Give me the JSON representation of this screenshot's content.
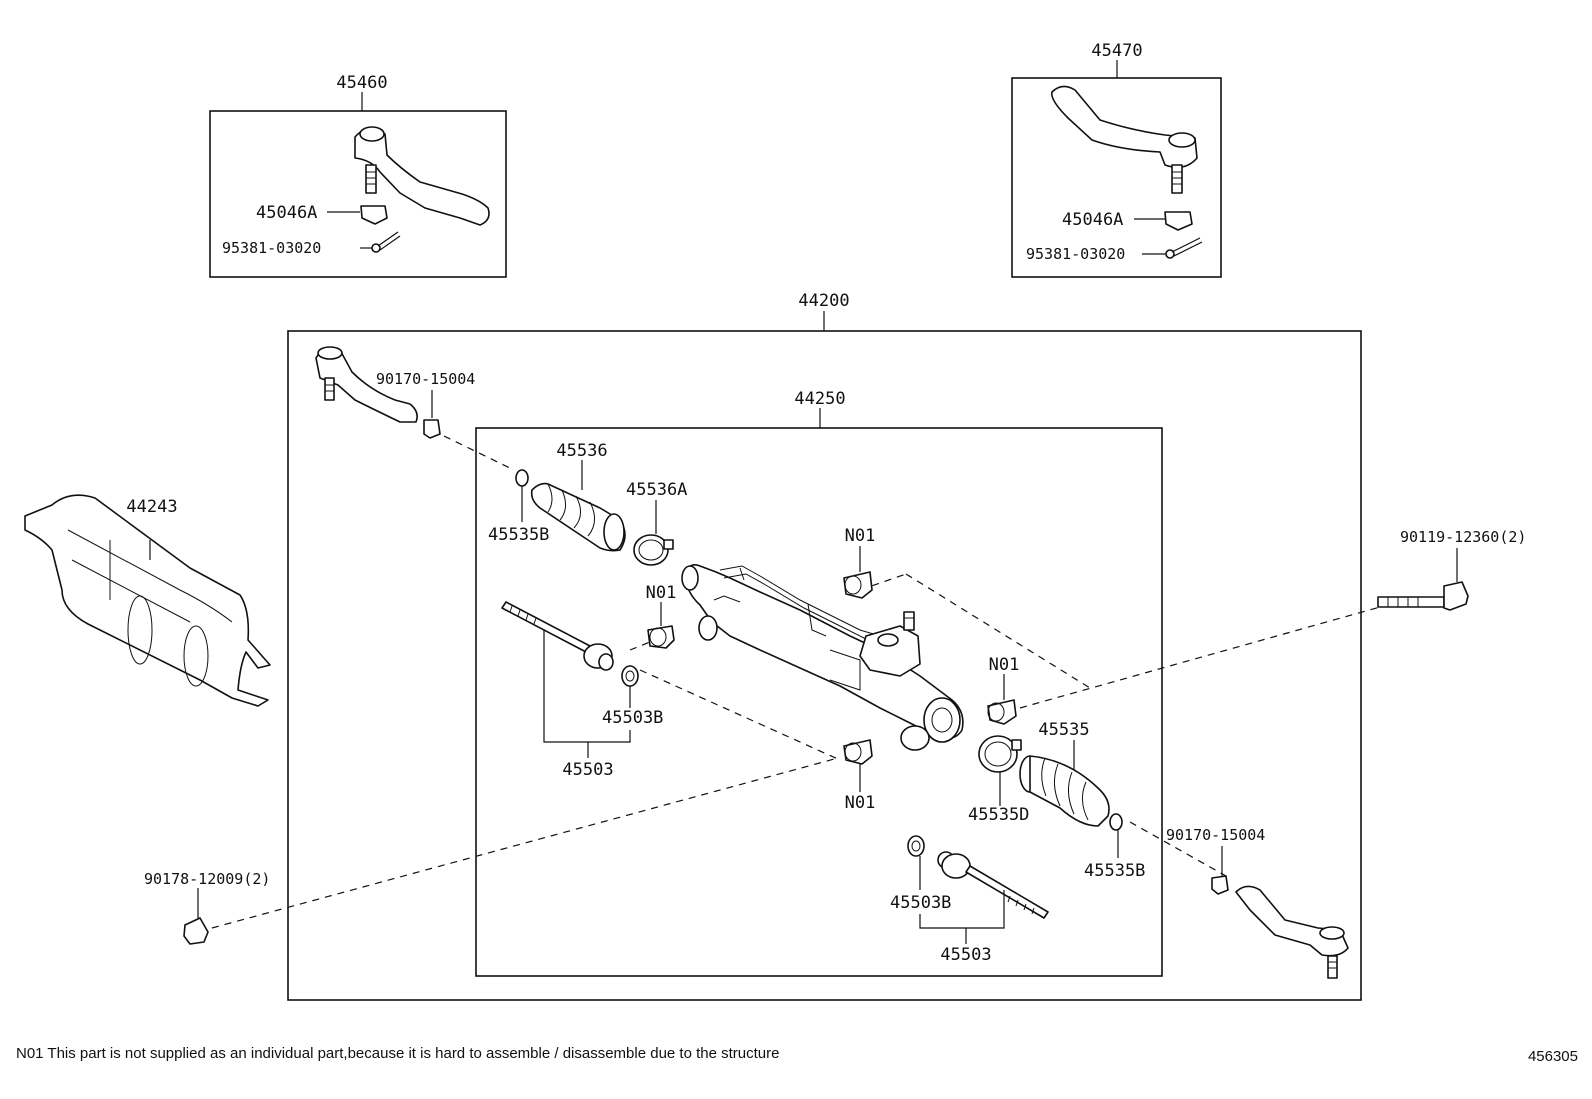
{
  "labels": {
    "p45460": "45460",
    "p45470": "45470",
    "p45046a_l": "45046A",
    "p45046a_r": "45046A",
    "p95381_l": "95381-03020",
    "p95381_r": "95381-03020",
    "p44200": "44200",
    "p44250": "44250",
    "p44243": "44243",
    "p90170_tl": "90170-15004",
    "p90170_br": "90170-15004",
    "p45536": "45536",
    "p45536a": "45536A",
    "p45535b_l": "45535B",
    "p45535b_r": "45535B",
    "n01_a": "N01",
    "n01_b": "N01",
    "n01_c": "N01",
    "n01_d": "N01",
    "p45503b_l": "45503B",
    "p45503b_r": "45503B",
    "p45503_l": "45503",
    "p45503_r": "45503",
    "p45535": "45535",
    "p45535d": "45535D",
    "p90119": "90119-12360(2)",
    "p90178": "90178-12009(2)"
  },
  "footer": {
    "note": "N01 This part is not supplied as an individual part,because it is hard to assemble / disassemble due to the structure",
    "diagram_code": "456305"
  }
}
